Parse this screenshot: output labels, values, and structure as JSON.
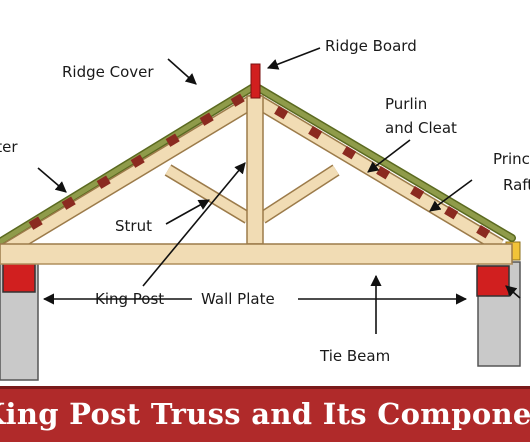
{
  "labels": {
    "ridge_board": "Ridge Board",
    "ridge_cover": "Ridge Cover",
    "rafter": "Rafter",
    "purlin_line1": "Purlin",
    "purlin_line2": "and Cleat",
    "principal_line1": "Principal",
    "principal_line2": "Rafter",
    "strut": "Strut",
    "king_post": "King Post",
    "wall_plate": "Wall Plate",
    "tie_beam": "Tie Beam"
  },
  "caption": "King Post Truss and Its Components",
  "colors": {
    "timber": "#f1dcb4",
    "timber_edge": "#b99a66",
    "roof_cover": "#7d8a3a",
    "cleat": "#8b2a20",
    "wall_plate": "#d11f1f",
    "wall": "#c9c9c9",
    "caption_bg": "#b02a2a"
  }
}
